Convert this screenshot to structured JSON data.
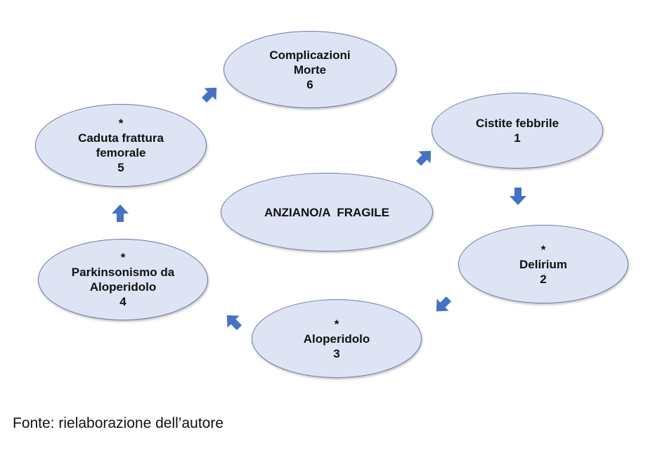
{
  "diagram": {
    "center": {
      "label": "ANZIANO/A  FRAGILE"
    },
    "nodes": [
      {
        "id": "cistite",
        "marker": "",
        "lines": [
          "Cistite febbrile",
          "1"
        ]
      },
      {
        "id": "delirium",
        "marker": "*",
        "lines": [
          "Delirium",
          "2"
        ]
      },
      {
        "id": "aloperidolo",
        "marker": "*",
        "lines": [
          "Aloperidolo",
          "3"
        ]
      },
      {
        "id": "parkinsonismo",
        "marker": "*",
        "lines": [
          "Parkinsonismo da",
          "Aloperidolo",
          "4"
        ]
      },
      {
        "id": "caduta",
        "marker": "*",
        "lines": [
          "Caduta frattura",
          "femorale",
          "5"
        ]
      },
      {
        "id": "complicazioni",
        "marker": "",
        "lines": [
          "Complicazioni",
          "Morte",
          "6"
        ]
      }
    ]
  },
  "caption": "Fonte: rielaborazione dell’autore",
  "colors": {
    "node_fill": "#dfe4f5",
    "node_stroke": "#6b7aa8",
    "arrow": "#4472c4"
  }
}
